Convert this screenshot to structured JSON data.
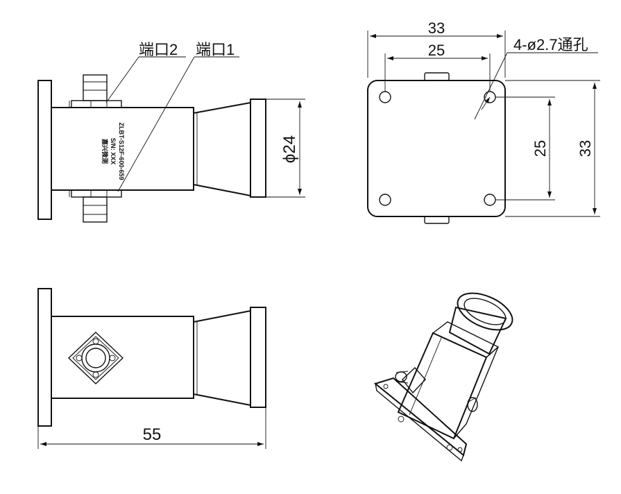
{
  "labels": {
    "port2": "端口2",
    "port1": "端口1",
    "holes": "4-ø2.7通孔"
  },
  "dimensions": {
    "diameter": "ϕ24",
    "top_width_outer": "33",
    "top_width_inner": "25",
    "top_height_inner": "25",
    "top_height_outer": "33",
    "length": "55"
  },
  "markings": {
    "line1": "ZLBT-S12F-600-659",
    "line2": "S/N: XXX",
    "line3": "嘉兴微测"
  }
}
